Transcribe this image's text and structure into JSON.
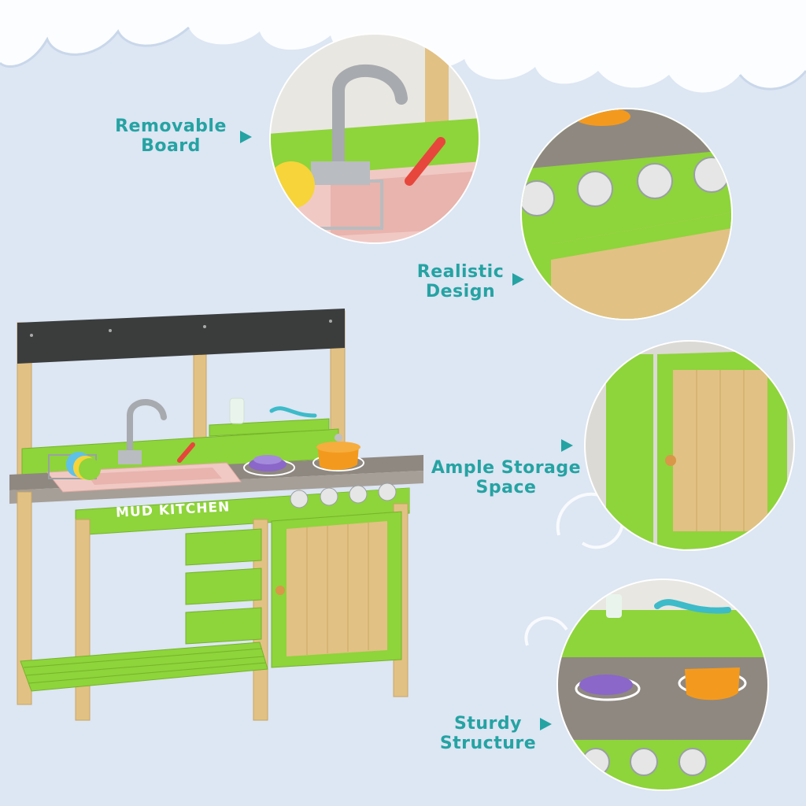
{
  "features": [
    {
      "id": "removable-board",
      "lines": [
        "Removable",
        "Board"
      ]
    },
    {
      "id": "realistic-design",
      "lines": [
        "Realistic",
        "Design"
      ]
    },
    {
      "id": "ample-storage-space",
      "lines": [
        "Ample Storage",
        "Space"
      ]
    },
    {
      "id": "sturdy-structure",
      "lines": [
        "Sturdy",
        "Structure"
      ]
    }
  ],
  "product": {
    "sign_text": "MUD KITCHEN"
  },
  "colors": {
    "background": "#dde6f3",
    "accent_teal": "#25a3a3",
    "frame_green": "#8ed43b",
    "wood": "#e2c184",
    "countertop": "#8f8880",
    "chalkboard": "#3b3d3d",
    "sink_pink": "#f1c9c4"
  }
}
